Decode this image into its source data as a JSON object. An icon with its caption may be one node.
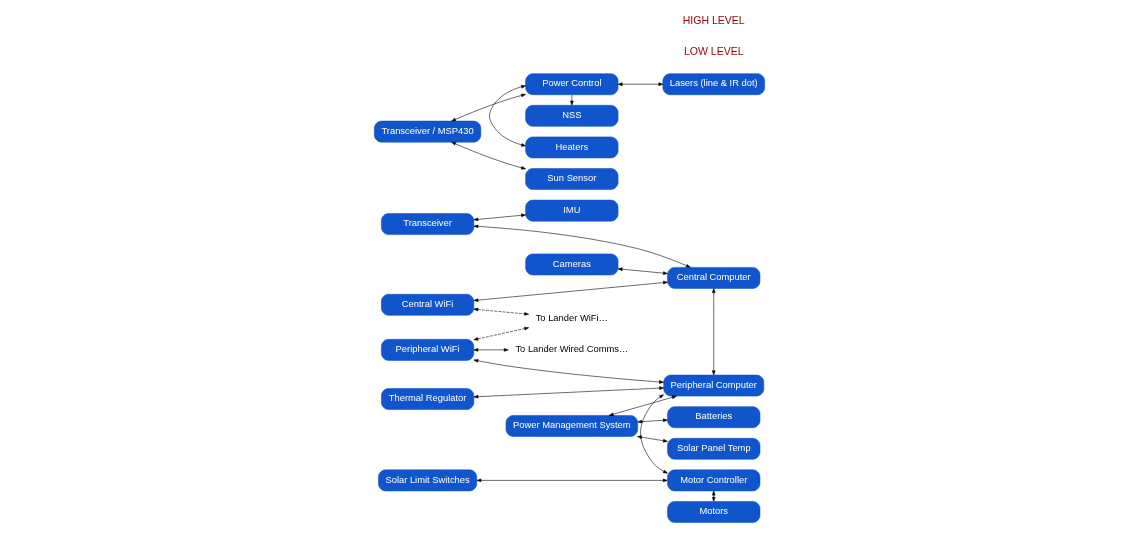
{
  "diagram": {
    "nodes": [
      {
        "text": [
          "Transceiver"
        ]
      },
      {
        "text": [
          "IMU"
        ]
      },
      {
        "text": [
          "Cameras"
        ]
      },
      {
        "text": [
          "Central Computer"
        ]
      },
      {
        "text": [
          "Central WiFi"
        ]
      },
      {
        "text": [
          "To Lander WiFi…"
        ]
      },
      {
        "text": [
          "Batteries"
        ]
      },
      {
        "text": [
          "Power Management System"
        ]
      },
      {
        "text": [
          "Peripheral WiFi"
        ]
      },
      {
        "text": [
          "Peripheral Computer"
        ]
      },
      {
        "text": [
          "To Lander Wired Comms…"
        ]
      },
      {
        "text": [
          "Solar Panel Temp"
        ]
      },
      {
        "text": [
          "Thermal Regulator"
        ]
      },
      {
        "text": [
          "Power Control"
        ]
      },
      {
        "text": [
          "Motor Controller"
        ]
      },
      {
        "text": [
          "Transceiver / MSP430"
        ]
      },
      {
        "text": [
          "Sun Sensor"
        ]
      },
      {
        "text": [
          "Lasers (line & IR dot)"
        ]
      },
      {
        "text": [
          "Heaters"
        ]
      },
      {
        "text": [
          "NSS"
        ]
      },
      {
        "text": [
          "Motors"
        ]
      },
      {
        "text": [
          "Solar Limit Switches"
        ]
      }
    ],
    "edges": [
      {
        "from": 3,
        "to": 0,
        "arrow": "both"
      },
      {
        "from": 0,
        "to": 1,
        "arrow": "both"
      },
      {
        "from": 2,
        "to": 3,
        "arrow": "both"
      },
      {
        "from": 3,
        "to": 4,
        "arrow": "both"
      },
      {
        "from": 4,
        "to": 5,
        "arrow": "both",
        "style": "dashed"
      },
      {
        "from": 3,
        "to": 9,
        "arrow": "both"
      },
      {
        "from": 7,
        "to": 6,
        "arrow": "both"
      },
      {
        "from": 7,
        "to": 11,
        "arrow": "both"
      },
      {
        "from": 7,
        "to": 9,
        "arrow": "both"
      },
      {
        "from": 9,
        "to": 8,
        "arrow": "both"
      },
      {
        "from": 8,
        "to": 5,
        "arrow": "both",
        "style": "dashed"
      },
      {
        "from": 8,
        "to": 10,
        "arrow": "both"
      },
      {
        "from": 9,
        "to": 12,
        "arrow": "both"
      },
      {
        "from": 9,
        "to": 14,
        "arrow": "both"
      },
      {
        "from": 15,
        "to": 13,
        "arrow": "both"
      },
      {
        "from": 13,
        "to": 19,
        "arrow": "to"
      },
      {
        "from": 13,
        "to": 17,
        "arrow": "both"
      },
      {
        "from": 13,
        "to": 18,
        "arrow": "both"
      },
      {
        "from": 14,
        "to": 20,
        "arrow": "both"
      },
      {
        "from": 14,
        "to": 21,
        "arrow": "both"
      },
      {
        "from": 15,
        "to": 16,
        "arrow": "both"
      }
    ],
    "labels": [
      "HIGH LEVEL",
      "LOW LEVEL"
    ]
  }
}
